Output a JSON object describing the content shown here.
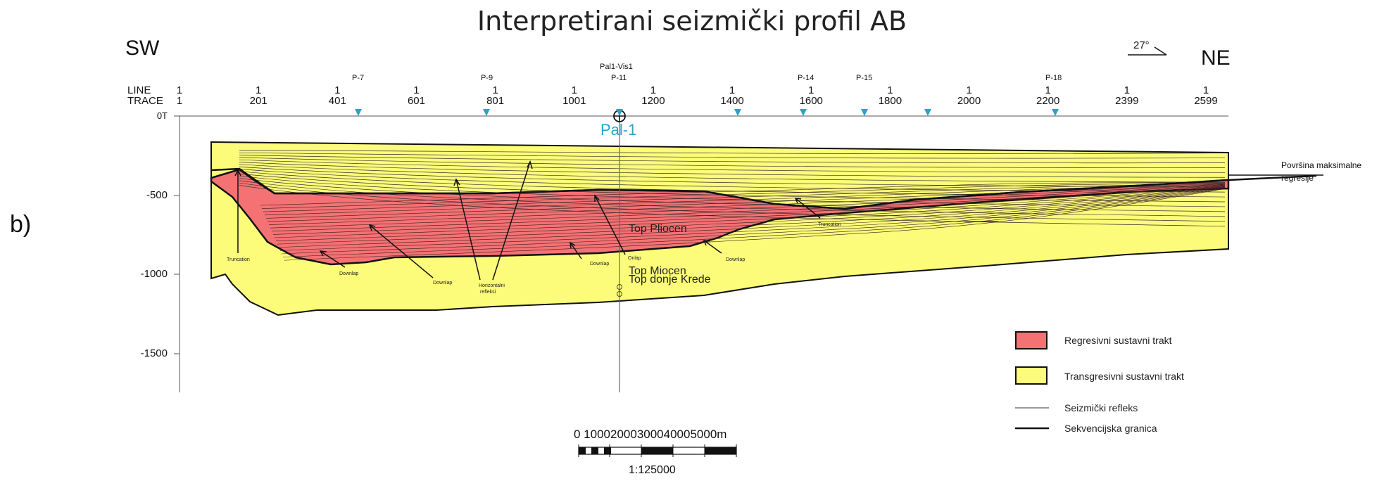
{
  "title": "Interpretirani seizmički profil AB",
  "panel_label": "b)",
  "direction": {
    "left": "SW",
    "right": "NE",
    "azimuth": "27°"
  },
  "header": {
    "line_label": "LINE",
    "trace_label": "TRACE",
    "line_value": "1",
    "traces": [
      "1",
      "201",
      "401",
      "601",
      "801",
      "1001",
      "1200",
      "1400",
      "1600",
      "1800",
      "2000",
      "2200",
      "2399",
      "2599"
    ],
    "wells": [
      "P-7",
      "P-9",
      "Pal1-Vis1",
      "P-11",
      "P-14",
      "P-15",
      "P-18"
    ]
  },
  "well_main": "Pal-1",
  "y_axis": {
    "labels": [
      "0T",
      "-500",
      "-1000",
      "-1500"
    ]
  },
  "horizons": [
    "Top Pliocen",
    "Top Miocen",
    "Top donje Krede"
  ],
  "annotations": {
    "truncation_left": "Truncation",
    "downlap_1": "Downlap",
    "downlap_2": "Downlap",
    "horizontalni": "Horizontalni",
    "refleksi": "refleksi",
    "downlap_3": "Downlap",
    "onlap": "Onlap",
    "downlap_4": "Downlap",
    "truncation_right": "Truncation",
    "surface_line1": "Površina maksimalne",
    "surface_line2": "regresije"
  },
  "legend": [
    {
      "label": "Regresivni sustavni trakt",
      "color": "#f47274"
    },
    {
      "label": "Transgresivni sustavni trakt",
      "color": "#fcfc7a"
    },
    {
      "label": "Seizmički refleks"
    },
    {
      "label": "Sekvencijska granica"
    }
  ],
  "scale": {
    "numbers": "0  10002000300040005000m",
    "ratio": "1:125000"
  },
  "colors": {
    "red_unit": "#f47274",
    "yellow_unit": "#fcfc7a",
    "well": "#2aa3c8"
  }
}
